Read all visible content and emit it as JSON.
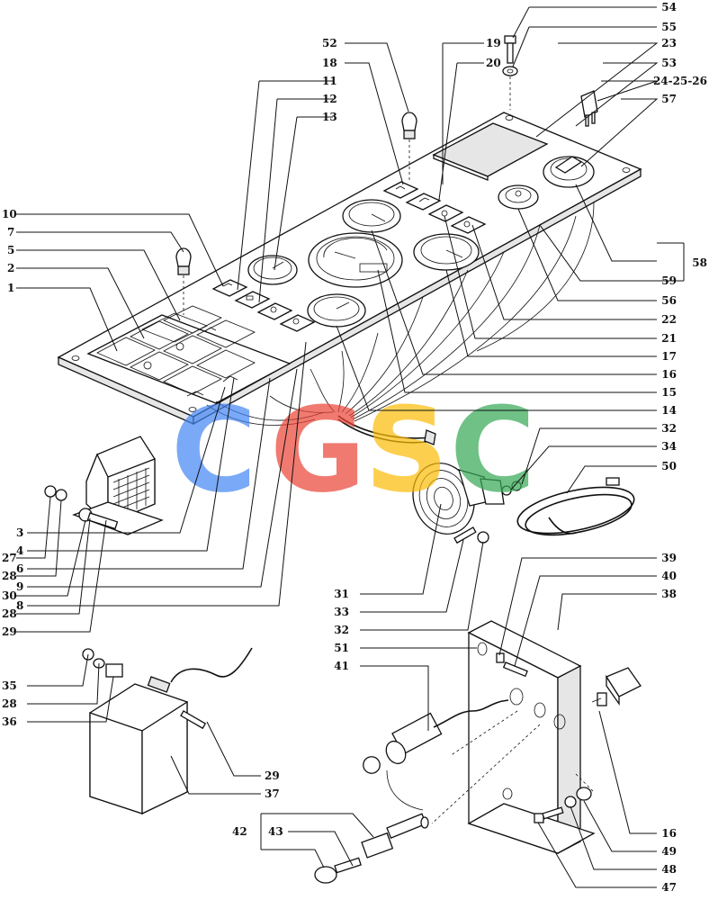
{
  "watermark": {
    "letters": [
      "C",
      "G",
      "S",
      "C"
    ],
    "colors": [
      "#4285f4",
      "#ea4335",
      "#fbbc05",
      "#34a853"
    ]
  },
  "callouts": {
    "c54": "54",
    "c55": "55",
    "c52": "52",
    "c19": "19",
    "c23": "23",
    "c18": "18",
    "c20": "20",
    "c53": "53",
    "c24": "24-25-26",
    "c11": "11",
    "c12": "12",
    "c57": "57",
    "c13": "13",
    "c10": "10",
    "c7": "7",
    "c5": "5",
    "c58": "58",
    "c2": "2",
    "c59": "59",
    "c1": "1",
    "c56": "56",
    "c22": "22",
    "c21": "21",
    "c17": "17",
    "c16a": "16",
    "c15": "15",
    "c14": "14",
    "c32a": "32",
    "c3": "3",
    "c34": "34",
    "c50": "50",
    "c4": "4",
    "c27": "27",
    "c6": "6",
    "c28a": "28",
    "c9": "9",
    "c30": "30",
    "c31": "31",
    "c8": "8",
    "c28b": "28",
    "c33": "33",
    "c29a": "29",
    "c32b": "32",
    "c39": "39",
    "c40": "40",
    "c38": "38",
    "c51": "51",
    "c35": "35",
    "c41": "41",
    "c28c": "28",
    "c36": "36",
    "c29b": "29",
    "c37": "37",
    "c16b": "16",
    "c42": "42",
    "c43": "43",
    "c49": "49",
    "c48": "48",
    "c47": "47"
  }
}
